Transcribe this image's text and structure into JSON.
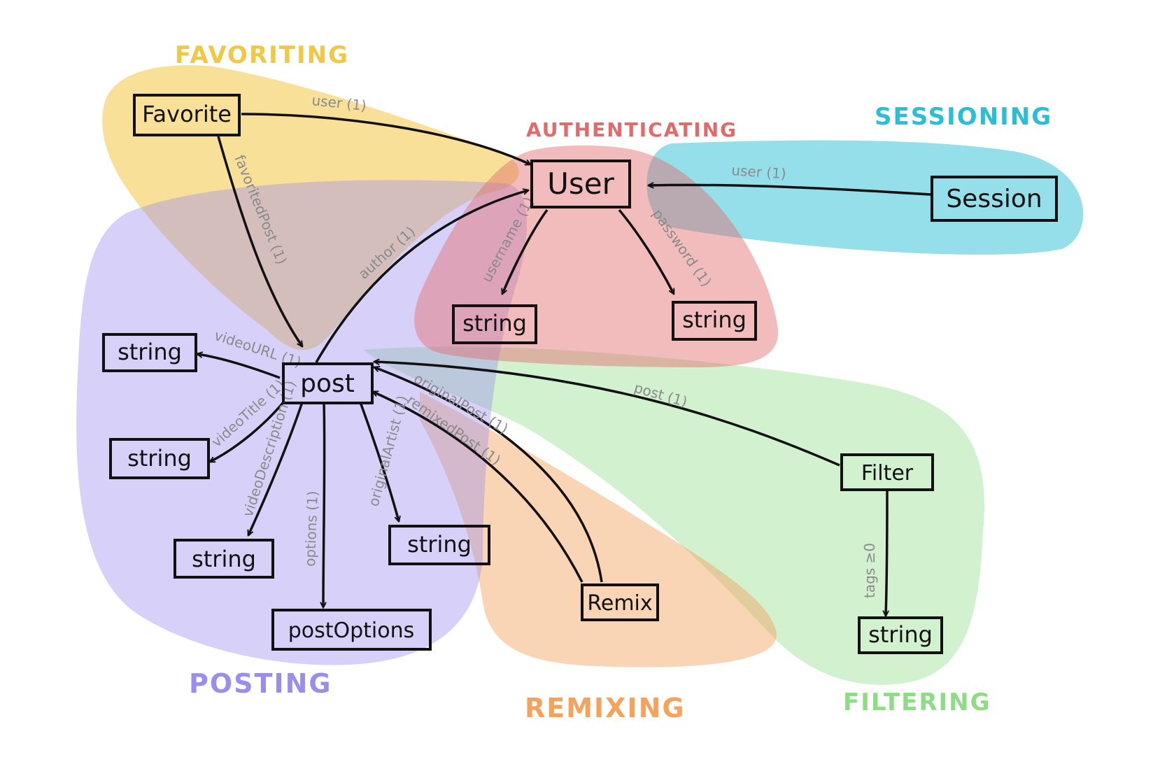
{
  "colors": {
    "favoriting": "#f2c744",
    "authenticating": "#e26a6a",
    "sessioning": "#2bbfd6",
    "posting": "#9b8cf0",
    "remixing": "#f5a25c",
    "filtering": "#8fdc86",
    "line": "#111111",
    "edge_label": "#8a8a8a"
  },
  "regions": {
    "favoriting": "FAVORITING",
    "authenticating": "AUTHENTICATING",
    "sessioning": "SESSIONING",
    "posting": "POSTING",
    "remixing": "REMIXING",
    "filtering": "FILTERING"
  },
  "nodes": {
    "favorite": "Favorite",
    "user": "User",
    "session": "Session",
    "post": "post",
    "remix": "Remix",
    "filter": "Filter",
    "post_options": "postOptions",
    "string_username": "string",
    "string_password": "string",
    "string_video_url": "string",
    "string_video_title": "string",
    "string_video_description": "string",
    "string_original_artist": "string",
    "string_tags": "string"
  },
  "edges": {
    "favorite_user": "user (1)",
    "favorite_post": "favoritedPost (1)",
    "session_user": "user (1)",
    "user_username": "username (1)",
    "user_password": "password (1)",
    "post_author": "author (1)",
    "post_video_url": "videoURL (1)",
    "post_video_title": "videoTitle (1)",
    "post_video_description": "videoDescription (1)",
    "post_options": "options (1)",
    "post_original_artist": "originalArtist (1)",
    "remix_original_post": "originalPost (1)",
    "remix_remixed_post": "remixedPost (1)",
    "filter_post": "post (1)",
    "filter_tags": "tags ≥0"
  }
}
